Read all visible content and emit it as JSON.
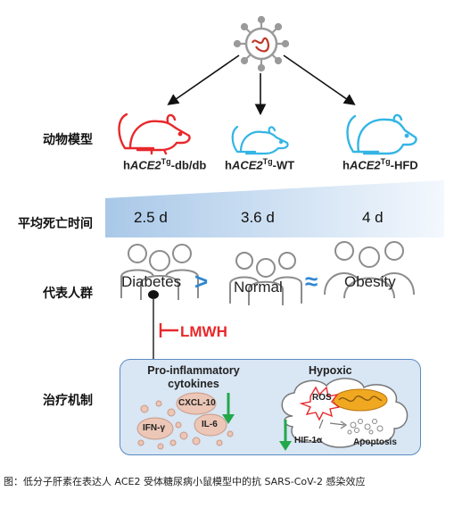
{
  "animal_models": {
    "row_label": "动物模型",
    "models": [
      {
        "prefix": "h",
        "gene": "ACE2",
        "sup": "Tg",
        "suffix": "-db/db",
        "color": "#e8282b"
      },
      {
        "prefix": "h",
        "gene": "ACE2",
        "sup": "Tg",
        "suffix": "-WT",
        "color": "#33b5e5"
      },
      {
        "prefix": "h",
        "gene": "ACE2",
        "sup": "Tg",
        "suffix": "-HFD",
        "color": "#33b5e5"
      }
    ]
  },
  "survival": {
    "row_label": "平均死亡时间",
    "values": [
      "2.5 d",
      "3.6 d",
      "4 d"
    ]
  },
  "groups": {
    "row_label": "代表人群",
    "items": [
      "Diabetes",
      "Normal",
      "Obesity"
    ],
    "comparators": [
      ">",
      "≈"
    ]
  },
  "treatment": {
    "drug": "LMWH",
    "row_label": "治疗机制"
  },
  "mechanism": {
    "left_title": "Pro-inflammatory\ncytokines",
    "cytokines": [
      "CXCL-10",
      "IFN-γ",
      "IL-6"
    ],
    "right_title": "Hypoxic",
    "ros": "ROS",
    "hif": "HIF-1α",
    "apoptosis": "Apoptosis"
  },
  "caption": "图：低分子肝素在表达人 ACE2 受体糖尿病小鼠模型中的抗 SARS-CoV-2 感染效应",
  "colors": {
    "red": "#e8282b",
    "blue": "#33b5e5",
    "accent_blue": "#2e86d1",
    "green": "#22a84a",
    "box_bg": "#d9e6f4",
    "box_border": "#5a8bc2"
  }
}
